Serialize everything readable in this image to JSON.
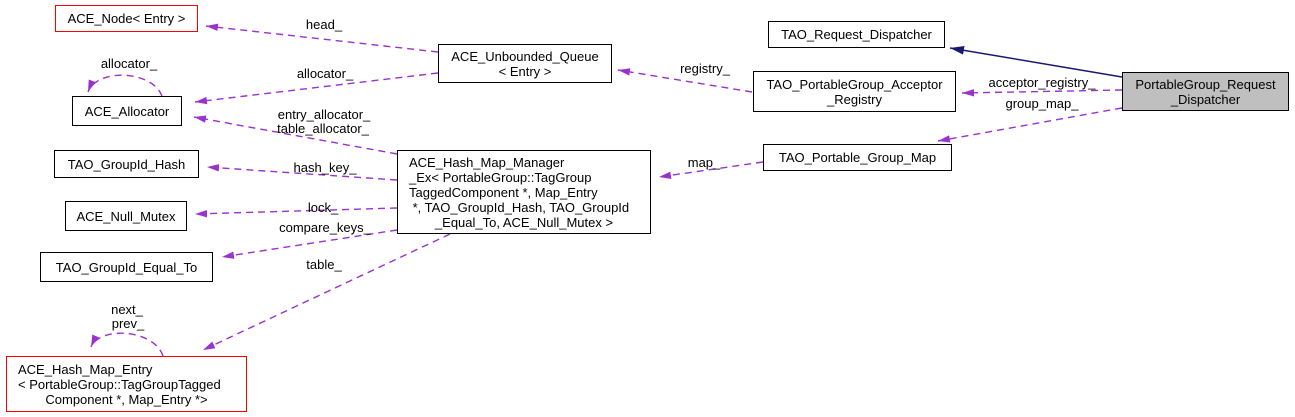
{
  "diagram": {
    "type": "doxygen-collaboration-graph",
    "colors": {
      "background": "#ffffff",
      "usage_edge": "#9a32cd",
      "inheritance_edge": "#191970",
      "node_border": "#000000",
      "truncated_node_border": "#ff0000",
      "node_fill": "#ffffff",
      "current_node_fill": "#bfbfbf",
      "text": "#000000"
    },
    "nodes": {
      "ace_node": {
        "label": "ACE_Node< Entry >"
      },
      "ace_allocator": {
        "label": "ACE_Allocator"
      },
      "groupid_hash": {
        "label": "TAO_GroupId_Hash"
      },
      "null_mutex": {
        "label": "ACE_Null_Mutex"
      },
      "groupid_equal_to": {
        "label": "TAO_GroupId_Equal_To"
      },
      "hash_map_entry": {
        "lines": [
          "ACE_Hash_Map_Entry",
          "< PortableGroup::TagGroupTagged",
          "Component *, Map_Entry *>"
        ]
      },
      "unbounded_queue": {
        "lines": [
          "ACE_Unbounded_Queue",
          "< Entry >"
        ]
      },
      "hash_map_manager": {
        "lines": [
          "ACE_Hash_Map_Manager",
          "_Ex< PortableGroup::TagGroup",
          "TaggedComponent *, Map_Entry",
          " *, TAO_GroupId_Hash, TAO_GroupId",
          "_Equal_To, ACE_Null_Mutex >"
        ]
      },
      "request_dispatcher": {
        "label": "TAO_Request_Dispatcher"
      },
      "acceptor_registry": {
        "lines": [
          "TAO_PortableGroup_Acceptor",
          "_Registry"
        ]
      },
      "group_map": {
        "label": "TAO_Portable_Group_Map"
      },
      "pg_request_dispatcher": {
        "lines": [
          "PortableGroup_Request",
          "_Dispatcher"
        ]
      }
    },
    "edge_labels": {
      "head": "head_",
      "allocator_self": "allocator_",
      "allocator": "allocator_",
      "entry_allocator": "entry_allocator_",
      "table_allocator": "table_allocator_",
      "hash_key": "hash_key_",
      "lock": "lock_",
      "compare_keys": "compare_keys_",
      "table": "table_",
      "next": "next_",
      "prev": "prev_",
      "registry": "registry_",
      "map": "map_",
      "acceptor_registry": "acceptor_registry_",
      "group_map": "group_map_"
    }
  }
}
